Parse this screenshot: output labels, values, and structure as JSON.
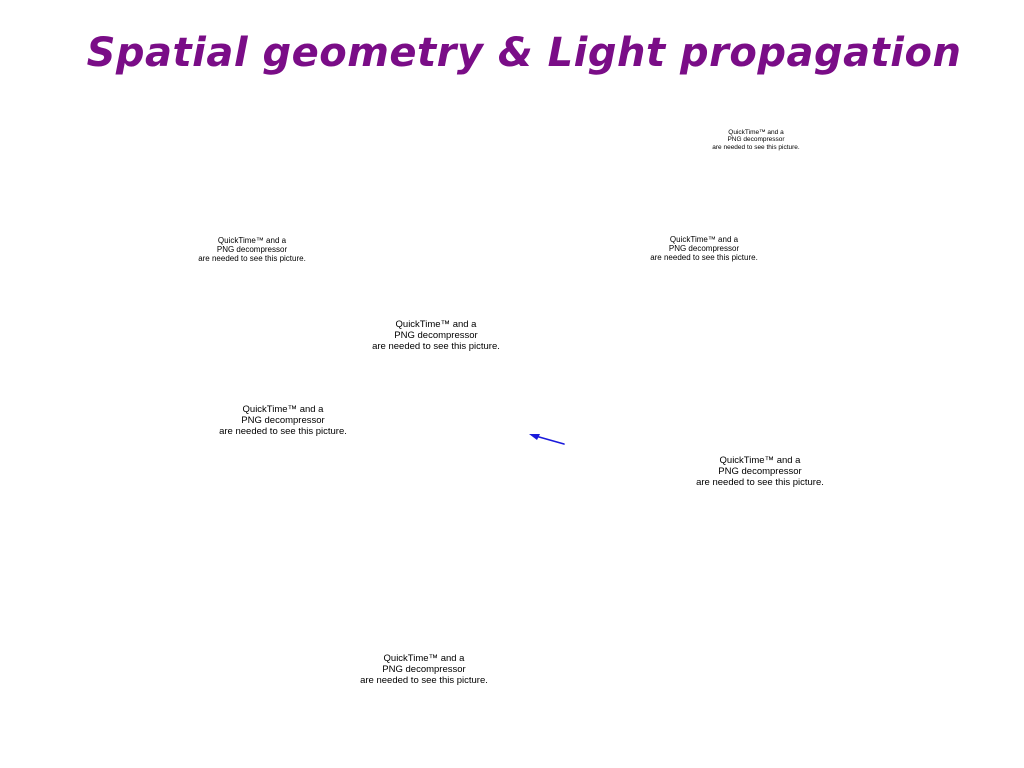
{
  "title": "Spatial geometry & Light propagation",
  "accent_color": "#7a0d87",
  "arrow_color": "#1a1adb",
  "placeholder": {
    "line1": "QuickTime™ and a",
    "line2": "PNG decompressor",
    "line3": "are needed to see this picture."
  }
}
